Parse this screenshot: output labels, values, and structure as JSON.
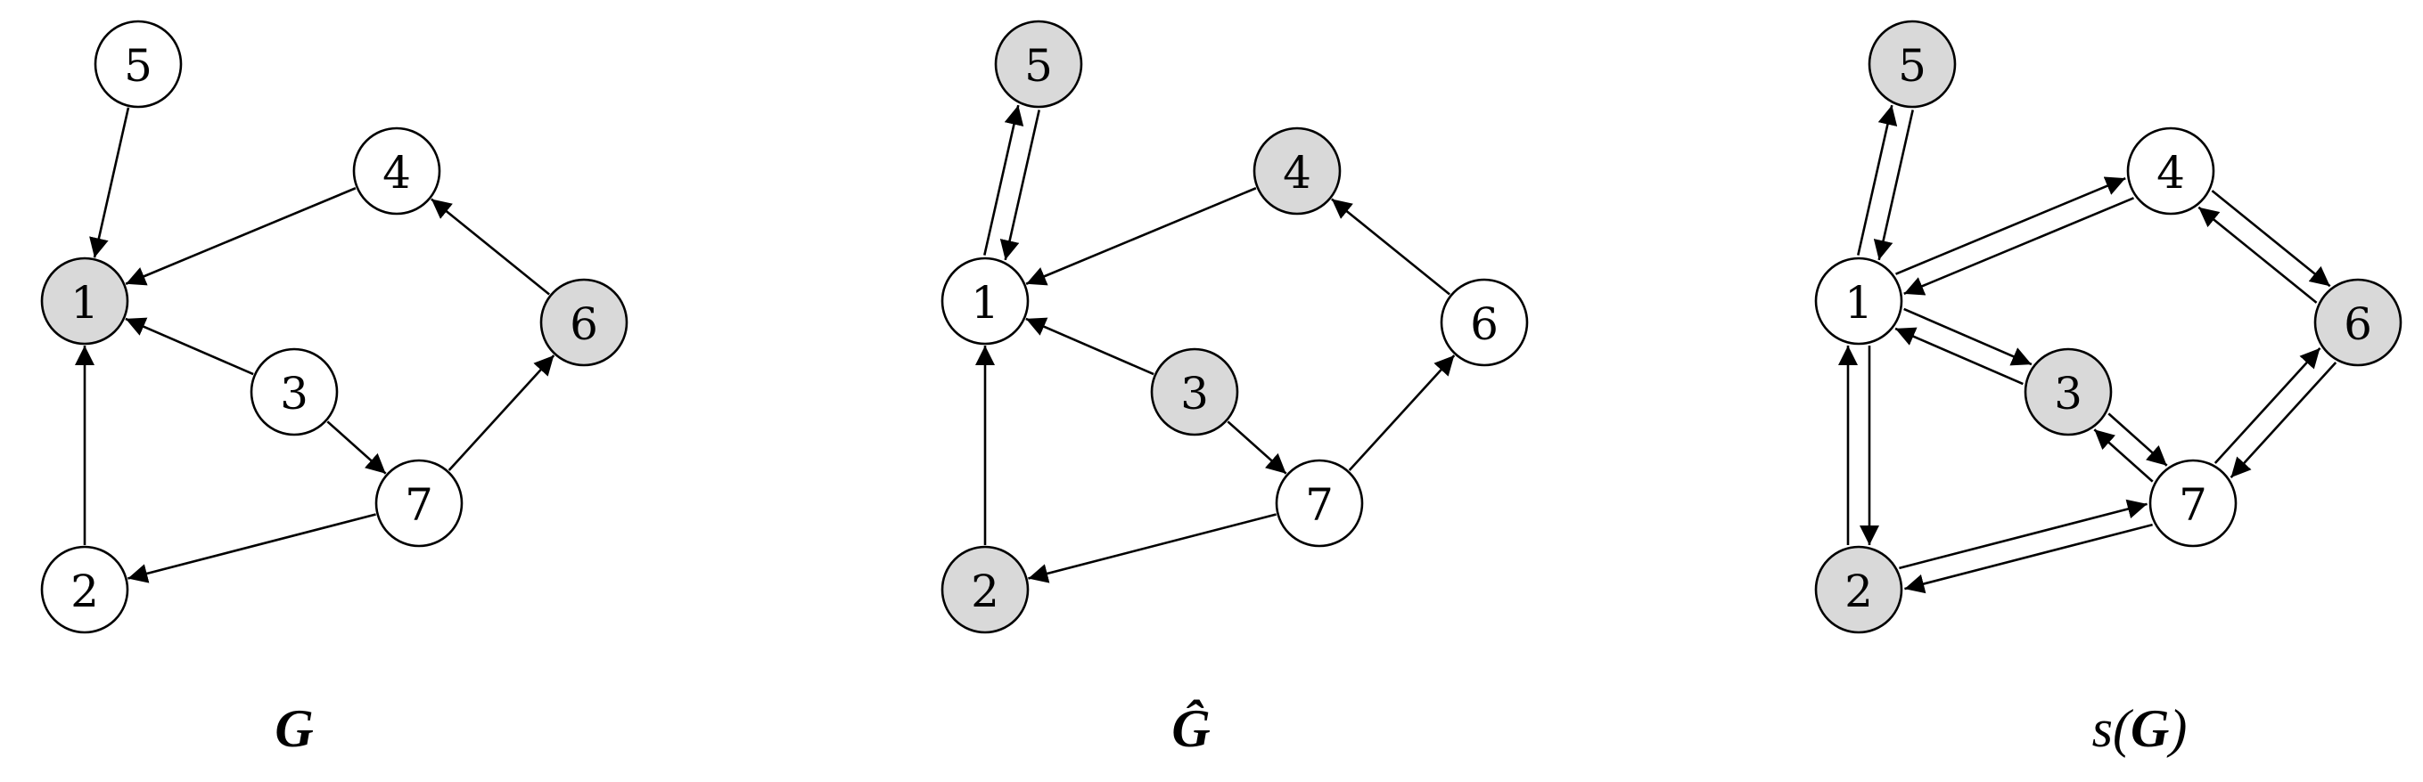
{
  "colors": {
    "highlight": "#d9d9d9",
    "plain": "#ffffff",
    "stroke": "#000000"
  },
  "panels": [
    {
      "caption": "G",
      "nodes": [
        {
          "id": "1",
          "shaded": true
        },
        {
          "id": "2",
          "shaded": false
        },
        {
          "id": "3",
          "shaded": false
        },
        {
          "id": "4",
          "shaded": false
        },
        {
          "id": "5",
          "shaded": false
        },
        {
          "id": "6",
          "shaded": true
        },
        {
          "id": "7",
          "shaded": false
        }
      ],
      "edges": [
        [
          "5",
          "1"
        ],
        [
          "4",
          "1"
        ],
        [
          "3",
          "1"
        ],
        [
          "2",
          "1"
        ],
        [
          "3",
          "7"
        ],
        [
          "7",
          "2"
        ],
        [
          "7",
          "6"
        ],
        [
          "6",
          "4"
        ]
      ]
    },
    {
      "caption": "Ĝ",
      "nodes": [
        {
          "id": "1",
          "shaded": false
        },
        {
          "id": "2",
          "shaded": true
        },
        {
          "id": "3",
          "shaded": true
        },
        {
          "id": "4",
          "shaded": true
        },
        {
          "id": "5",
          "shaded": true
        },
        {
          "id": "6",
          "shaded": false
        },
        {
          "id": "7",
          "shaded": false
        }
      ],
      "edges": [
        [
          "5",
          "1"
        ],
        [
          "1",
          "5"
        ],
        [
          "4",
          "1"
        ],
        [
          "3",
          "1"
        ],
        [
          "2",
          "1"
        ],
        [
          "3",
          "7"
        ],
        [
          "7",
          "2"
        ],
        [
          "7",
          "6"
        ],
        [
          "6",
          "4"
        ]
      ]
    },
    {
      "caption_prefix": "s(",
      "caption": "G",
      "caption_suffix": ")",
      "nodes": [
        {
          "id": "1",
          "shaded": false
        },
        {
          "id": "2",
          "shaded": true
        },
        {
          "id": "3",
          "shaded": true
        },
        {
          "id": "4",
          "shaded": false
        },
        {
          "id": "5",
          "shaded": true
        },
        {
          "id": "6",
          "shaded": true
        },
        {
          "id": "7",
          "shaded": false
        }
      ],
      "edges": [
        [
          "5",
          "1"
        ],
        [
          "1",
          "5"
        ],
        [
          "4",
          "1"
        ],
        [
          "1",
          "4"
        ],
        [
          "3",
          "1"
        ],
        [
          "1",
          "3"
        ],
        [
          "2",
          "1"
        ],
        [
          "1",
          "2"
        ],
        [
          "3",
          "7"
        ],
        [
          "7",
          "3"
        ],
        [
          "7",
          "2"
        ],
        [
          "2",
          "7"
        ],
        [
          "7",
          "6"
        ],
        [
          "6",
          "7"
        ],
        [
          "6",
          "4"
        ],
        [
          "4",
          "6"
        ]
      ]
    }
  ]
}
